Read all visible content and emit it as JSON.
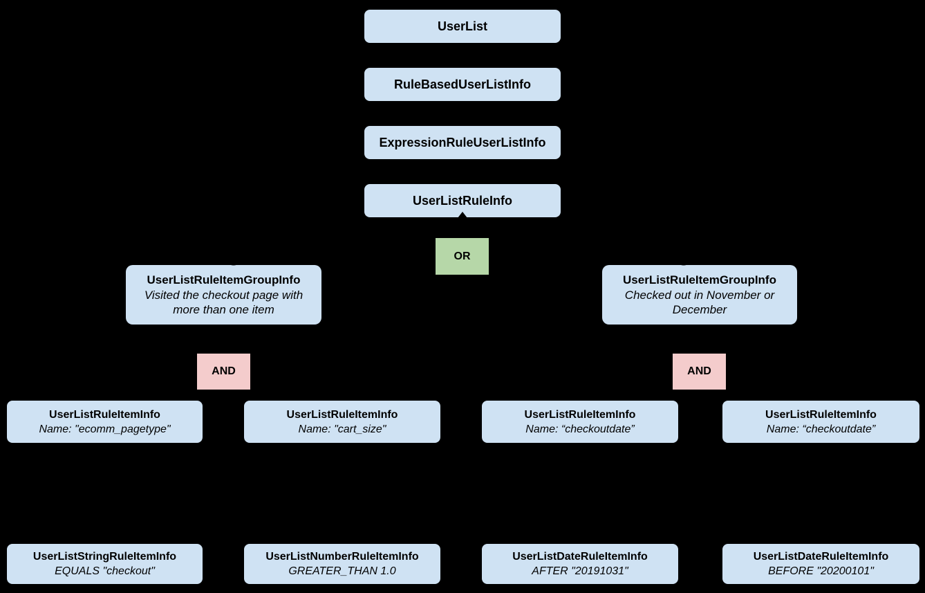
{
  "diagram": {
    "background": "#000000",
    "node_fill": "#cfe2f3",
    "or_fill": "#b6d7a8",
    "and_fill": "#f4cccc",
    "text_color": "#000000",
    "hierarchy": [
      "UserList",
      "RuleBasedUserListInfo",
      "ExpressionRuleUserListInfo",
      "UserListRuleInfo"
    ],
    "or_label": "OR",
    "and_label": "AND",
    "groups": [
      {
        "title": "UserListRuleItemGroupInfo",
        "description": "Visited the checkout page with more than one item"
      },
      {
        "title": "UserListRuleItemGroupInfo",
        "description": "Checked out in November or December"
      }
    ],
    "rule_items": [
      {
        "title": "UserListRuleItemInfo",
        "subtitle": "Name: \"ecomm_pagetype\""
      },
      {
        "title": "UserListRuleItemInfo",
        "subtitle": "Name: \"cart_size\""
      },
      {
        "title": "UserListRuleItemInfo",
        "subtitle": "Name: “checkoutdate”"
      },
      {
        "title": "UserListRuleItemInfo",
        "subtitle": "Name: “checkoutdate”"
      }
    ],
    "operands": [
      {
        "title": "UserListStringRuleItemInfo",
        "subtitle": "EQUALS \"checkout\""
      },
      {
        "title": "UserListNumberRuleItemInfo",
        "subtitle": "GREATER_THAN 1.0"
      },
      {
        "title": "UserListDateRuleItemInfo",
        "subtitle": "AFTER \"20191031\""
      },
      {
        "title": "UserListDateRuleItemInfo",
        "subtitle": "BEFORE \"20200101\""
      }
    ]
  }
}
